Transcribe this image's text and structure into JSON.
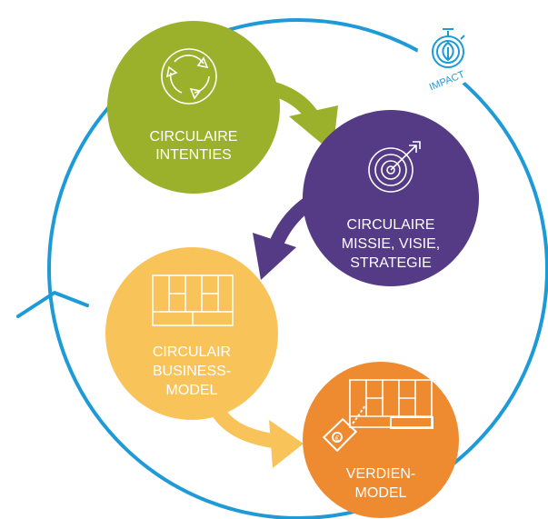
{
  "colors": {
    "ring": "#1e9ad6",
    "green": "#9bb12b",
    "purple": "#553a85",
    "yellow": "#f8c45a",
    "orange": "#ee8a30"
  },
  "impact_badge": {
    "label": "IMPACT",
    "icon": "stopwatch-leaf-icon"
  },
  "nodes": {
    "circular_intentions": {
      "line1": "CIRCULAIRE",
      "line2": "INTENTIES",
      "icon": "recycle-arrows-icon"
    },
    "mission_vision_strategy": {
      "line1": "CIRCULAIRE",
      "line2": "MISSIE, VISIE,",
      "line3": "STRATEGIE",
      "icon": "target-dart-icon"
    },
    "business_model": {
      "line1": "CIRCULAIR",
      "line2": "BUSINESS-",
      "line3": "MODEL",
      "icon": "business-model-canvas-icon"
    },
    "revenue_model": {
      "line1": "VERDIEN-",
      "line2": "MODEL",
      "icon": "euro-price-tag-icon"
    }
  }
}
